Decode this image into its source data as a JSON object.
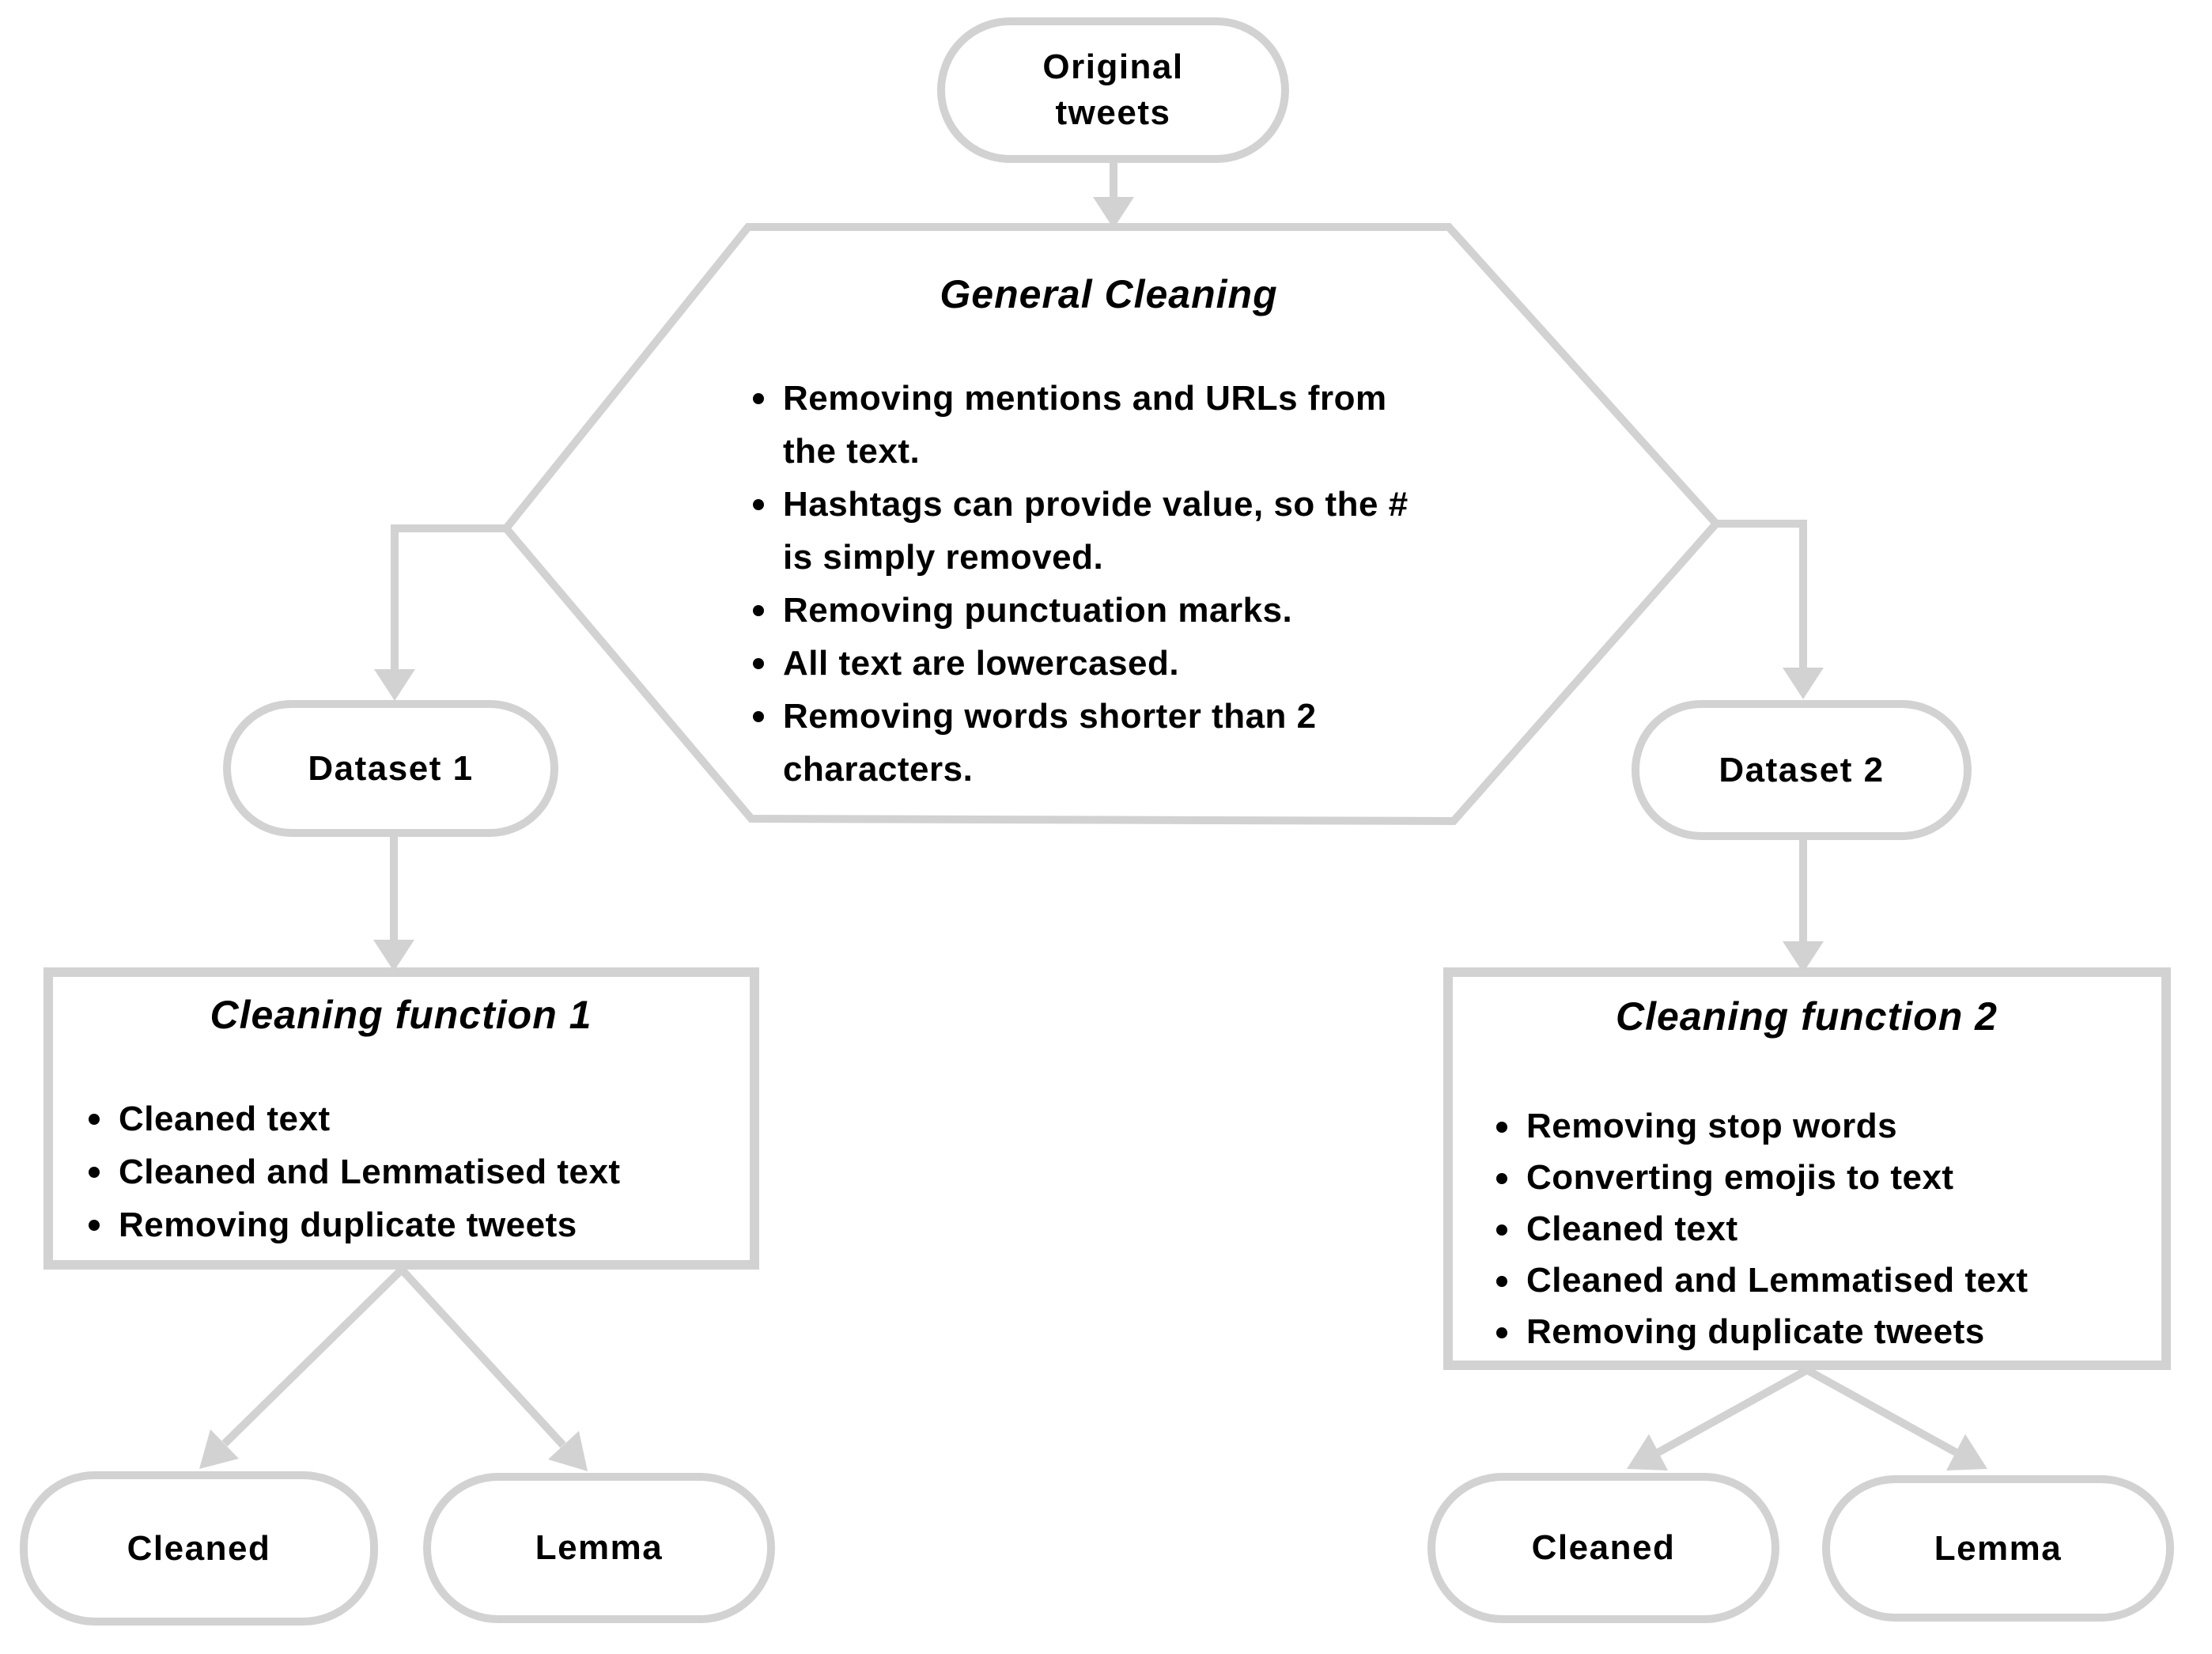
{
  "colors": {
    "line": "#d2d2d2",
    "text": "#000000",
    "background": "#ffffff"
  },
  "nodes": {
    "original_tweets": "Original\ntweets",
    "dataset1": "Dataset 1",
    "dataset2": "Dataset 2",
    "cleaned_left": "Cleaned",
    "lemma_left": "Lemma",
    "cleaned_right": "Cleaned",
    "lemma_right": "Lemma"
  },
  "general_cleaning": {
    "title": "General Cleaning",
    "items": [
      "Removing mentions and URLs from\nthe text.",
      "Hashtags can provide value, so the #\nis simply removed.",
      "Removing punctuation marks.",
      "All text are lowercased.",
      "Removing words shorter than 2\ncharacters."
    ]
  },
  "cleaning_function_1": {
    "title": "Cleaning function 1",
    "items": [
      "Cleaned text",
      "Cleaned and Lemmatised text",
      "Removing duplicate tweets"
    ]
  },
  "cleaning_function_2": {
    "title": "Cleaning function 2",
    "items": [
      "Removing stop words",
      "Converting emojis to text",
      "Cleaned text",
      "Cleaned and Lemmatised text",
      "Removing duplicate tweets"
    ]
  }
}
